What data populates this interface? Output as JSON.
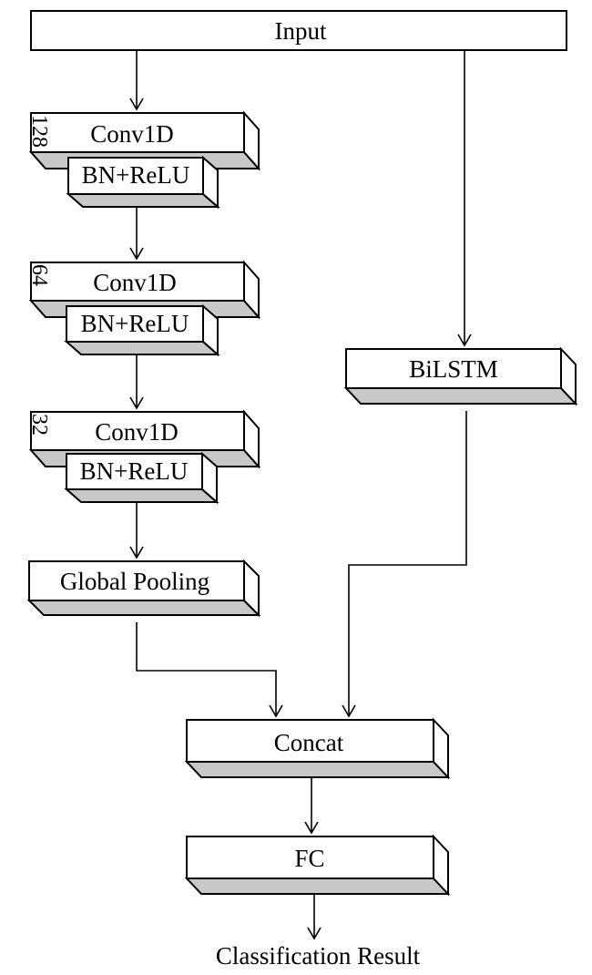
{
  "nodes": {
    "input": "Input",
    "conv1": "Conv1D",
    "bn1": "BN+ReLU",
    "conv2": "Conv1D",
    "bn2": "BN+ReLU",
    "conv3": "Conv1D",
    "bn3": "BN+ReLU",
    "pool": "Global Pooling",
    "bilstm": "BiLSTM",
    "concat": "Concat",
    "fc": "FC",
    "result": "Classification Result"
  },
  "filters": {
    "conv1": "128",
    "conv2": "64",
    "conv3": "32"
  },
  "colors": {
    "line": "#000000",
    "box_face": "#ffffff",
    "box_bottom": "#c8c8c8"
  }
}
